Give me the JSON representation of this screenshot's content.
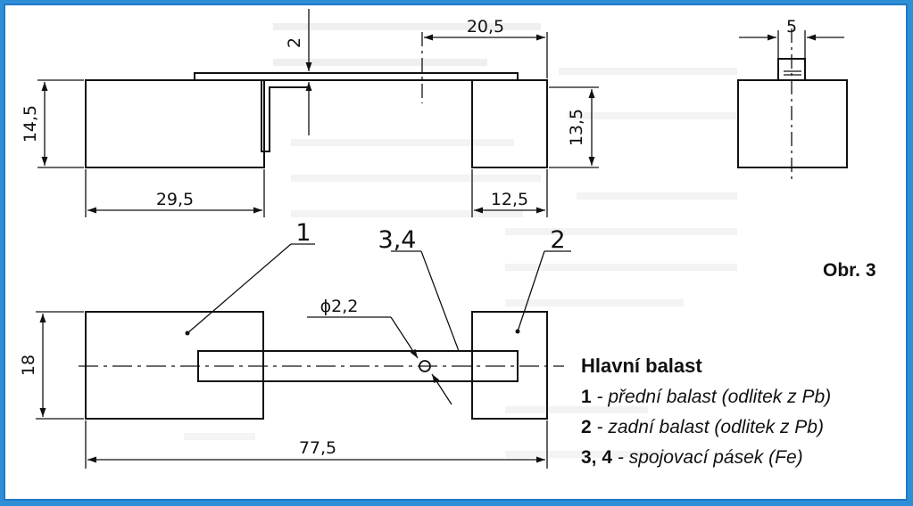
{
  "figure_label": "Obr. 3",
  "dimensions": {
    "thickness": "2",
    "plate_width": "20,5",
    "front_height": "14,5",
    "rear_height": "13,5",
    "front_length": "29,5",
    "rear_length": "12,5",
    "side_width": "5",
    "plan_height": "18",
    "total_length": "77,5",
    "hole": "ϕ2,2"
  },
  "callouts": {
    "front": "1",
    "rear": "2",
    "strap": "3,4"
  },
  "legend": {
    "title": "Hlavní balast",
    "items": [
      {
        "num": "1",
        "text": " - přední balast (odlitek z Pb)"
      },
      {
        "num": "2",
        "text": " - zadní balast (odlitek z Pb)"
      },
      {
        "num": "3, 4",
        "text": " - spojovací pásek (Fe)"
      }
    ]
  },
  "colors": {
    "frame": "#2f8fd6",
    "ink": "#111111"
  }
}
